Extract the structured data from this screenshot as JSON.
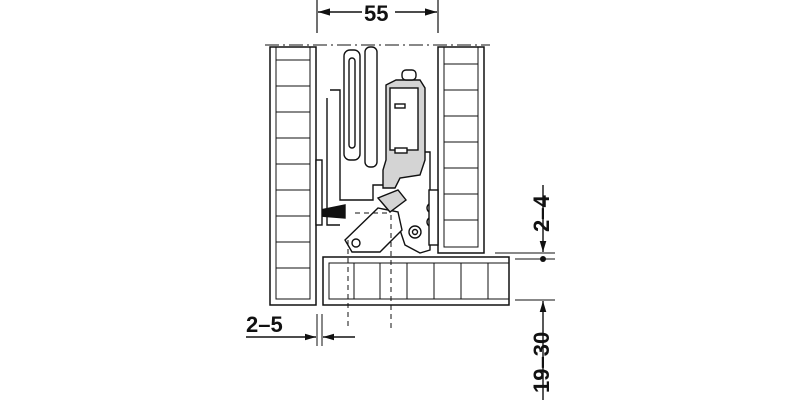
{
  "diagram": {
    "type": "technical-drawing",
    "subject": "concealed hinge / drawer runner mounting cross-section",
    "dimensions": {
      "top_width": "55",
      "left_gap": "2–5",
      "right_offset_top": "2–4",
      "right_offset_bottom": "19–30"
    },
    "colors": {
      "line": "#111111",
      "fill_gray": "#d4d4d4",
      "background": "#ffffff"
    }
  }
}
